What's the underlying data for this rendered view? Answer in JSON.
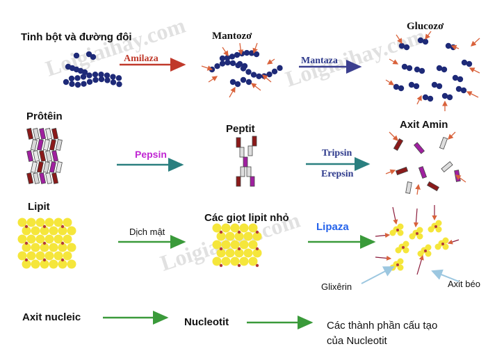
{
  "watermark": "Loigiaihay.com",
  "rows": {
    "starch": {
      "substrate": "Tinh bột và đường đôi",
      "enzyme1": "Amilaza",
      "enzyme1_color": "#c0392b",
      "intermediate": "Mantozơ",
      "enzyme2": "Mantaza",
      "enzyme2_color": "#2e3a8c",
      "product": "Glucozơ"
    },
    "protein": {
      "substrate": "Prôtêin",
      "enzyme1": "Pepsin",
      "enzyme1_color": "#c026d3",
      "intermediate": "Peptit",
      "enzyme2a": "Tripsin",
      "enzyme2b": "Erepsin",
      "enzyme2_color": "#2e3a8c",
      "product": "Axit Amin"
    },
    "lipid": {
      "substrate": "Lipit",
      "enzyme1": "Dịch mật",
      "intermediate": "Các giọt lipit nhỏ",
      "enzyme2": "Lipaza",
      "enzyme2_color": "#2563eb",
      "product_a": "Glixêrin",
      "product_b": "Axit béo"
    },
    "nucleic": {
      "substrate": "Axit nucleic",
      "intermediate": "Nucleotit",
      "product_line1": "Các thành phần cấu tạo",
      "product_line2": "của Nucleotit"
    }
  },
  "colors": {
    "sugar_bead": "#1e2a78",
    "enzyme_arrow": "#d9623b",
    "lipid_bead": "#f5e63b",
    "lipid_link": "#b33a3a",
    "arrow_red": "#c0392b",
    "arrow_blue": "#3b3f8f",
    "arrow_teal": "#2a7f7f",
    "arrow_green": "#3a9a3a"
  }
}
